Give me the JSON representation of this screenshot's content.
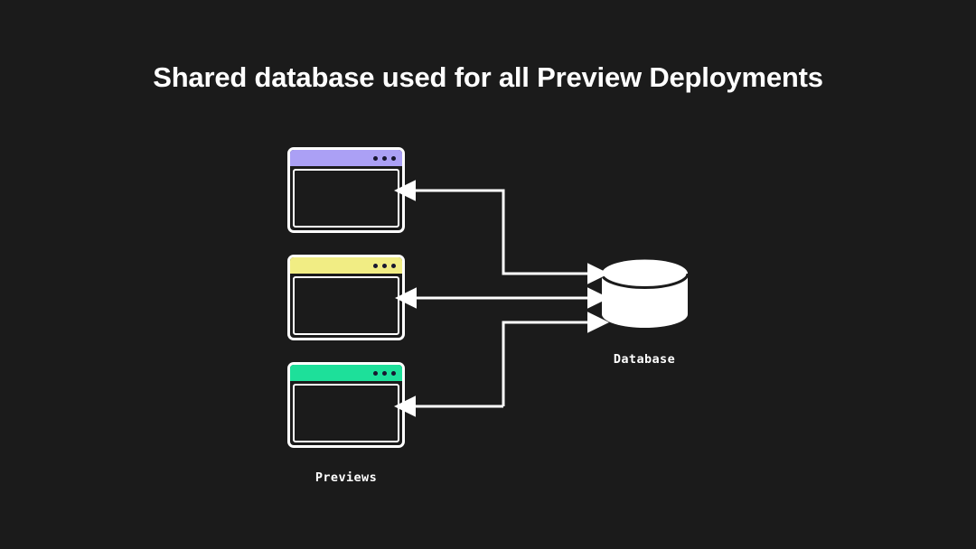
{
  "slide": {
    "title": "Shared database used for all Preview Deployments",
    "background_color": "#1b1b1b",
    "foreground_color": "#ffffff"
  },
  "previews": {
    "group_label": "Previews",
    "windows": [
      {
        "id": "preview-1",
        "titlebar_color": "#aba0f5",
        "dot_color": "#181630",
        "dots": 3
      },
      {
        "id": "preview-2",
        "titlebar_color": "#f1ed84",
        "dot_color": "#181630",
        "dots": 3
      },
      {
        "id": "preview-3",
        "titlebar_color": "#1de09a",
        "dot_color": "#181630",
        "dots": 3
      }
    ]
  },
  "database": {
    "label": "Database",
    "fill_color": "#ffffff",
    "outline_color": "#1b1b1b"
  },
  "connectors": {
    "stroke_color": "#ffffff",
    "stroke_width": 3,
    "edges": [
      {
        "id": "edge-preview-1",
        "from": "database",
        "to": "preview-1",
        "arrowheads": "both",
        "shape": "elbow"
      },
      {
        "id": "edge-preview-2",
        "from": "database",
        "to": "preview-2",
        "arrowheads": "both",
        "shape": "straight"
      },
      {
        "id": "edge-preview-3",
        "from": "database",
        "to": "preview-3",
        "arrowheads": "both",
        "shape": "elbow"
      }
    ]
  }
}
